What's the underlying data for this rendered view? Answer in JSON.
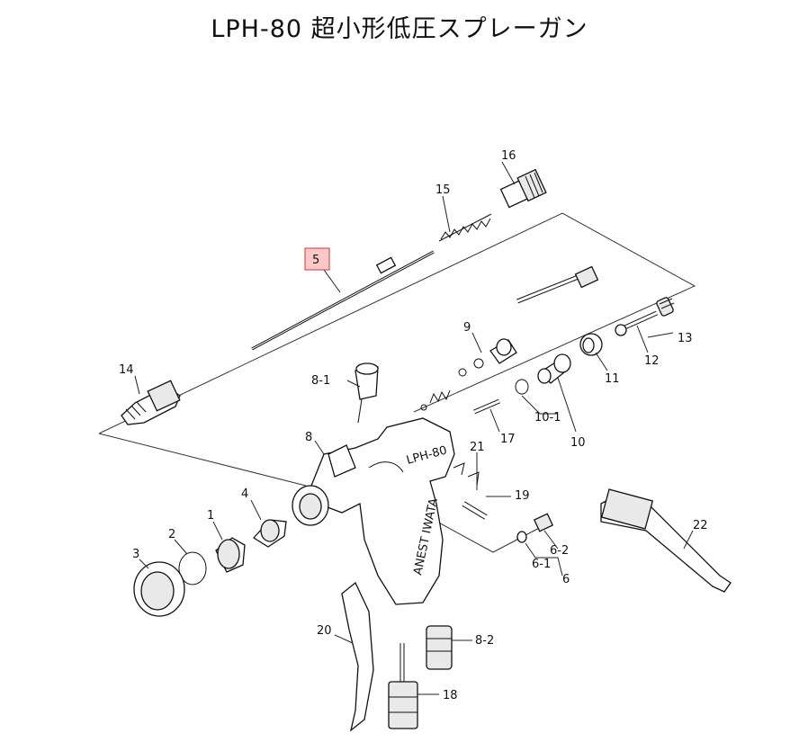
{
  "title": "LPH-80 超小形低圧スプレーガン",
  "highlighted_part": "5",
  "highlight_color": "#ffc8c8",
  "part_labels": [
    {
      "id": "p1",
      "text": "1"
    },
    {
      "id": "p2",
      "text": "2"
    },
    {
      "id": "p3",
      "text": "3"
    },
    {
      "id": "p4",
      "text": "4"
    },
    {
      "id": "p5",
      "text": "5"
    },
    {
      "id": "p6",
      "text": "6"
    },
    {
      "id": "p6-1",
      "text": "6-1"
    },
    {
      "id": "p6-2",
      "text": "6-2"
    },
    {
      "id": "p8",
      "text": "8"
    },
    {
      "id": "p8-1",
      "text": "8-1"
    },
    {
      "id": "p8-2",
      "text": "8-2"
    },
    {
      "id": "p9",
      "text": "9"
    },
    {
      "id": "p10",
      "text": "10"
    },
    {
      "id": "p10-1",
      "text": "10-1"
    },
    {
      "id": "p11",
      "text": "11"
    },
    {
      "id": "p12",
      "text": "12"
    },
    {
      "id": "p13",
      "text": "13"
    },
    {
      "id": "p14",
      "text": "14"
    },
    {
      "id": "p15",
      "text": "15"
    },
    {
      "id": "p16",
      "text": "16"
    },
    {
      "id": "p17",
      "text": "17"
    },
    {
      "id": "p18",
      "text": "18"
    },
    {
      "id": "p19",
      "text": "19"
    },
    {
      "id": "p20",
      "text": "20"
    },
    {
      "id": "p21",
      "text": "21"
    },
    {
      "id": "p22",
      "text": "22"
    }
  ],
  "body_marking": "LPH-80",
  "brand_marking": "ANEST IWATA"
}
